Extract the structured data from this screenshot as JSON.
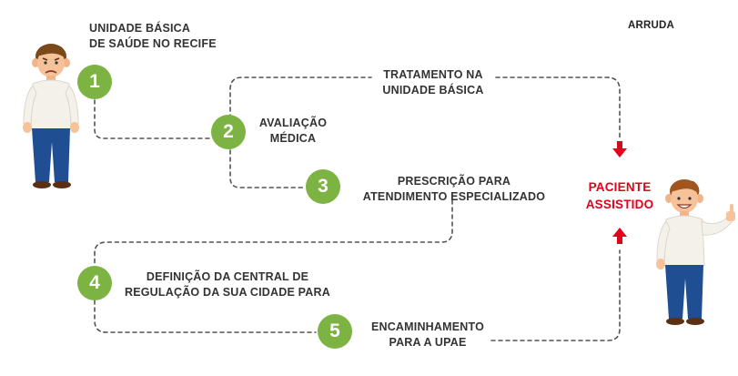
{
  "brand": "ARRUDA",
  "start_label": [
    "UNIDADE BÁSICA",
    "DE SAÚDE NO RECIFE"
  ],
  "steps": [
    {
      "number": "1"
    },
    {
      "number": "2",
      "label": [
        "AVALIAÇÃO",
        "MÉDICA"
      ]
    },
    {
      "number": "3",
      "label": [
        "PRESCRIÇÃO PARA",
        "ATENDIMENTO ESPECIALIZADO"
      ]
    },
    {
      "number": "4",
      "label": [
        "DEFINIÇÃO DA CENTRAL DE",
        "REGULAÇÃO DA SUA CIDADE PARA"
      ]
    },
    {
      "number": "5",
      "label": [
        "ENCAMINHAMENTO",
        "PARA A UPAE"
      ]
    }
  ],
  "alt_path_label": [
    "TRATAMENTO  NA",
    "UNIDADE BÁSICA"
  ],
  "outcome_label": [
    "PACIENTE",
    "ASSISTIDO"
  ],
  "colors": {
    "step_badge": "#7cb342",
    "outcome_text": "#e3001b",
    "arrow": "#e3001b",
    "dashed_path": "#555555",
    "label_text": "#333333"
  },
  "icons": {
    "start_person": "sad-patient-icon",
    "end_person": "thumbs-up-patient-icon",
    "arrows": "red-arrow-icon"
  }
}
